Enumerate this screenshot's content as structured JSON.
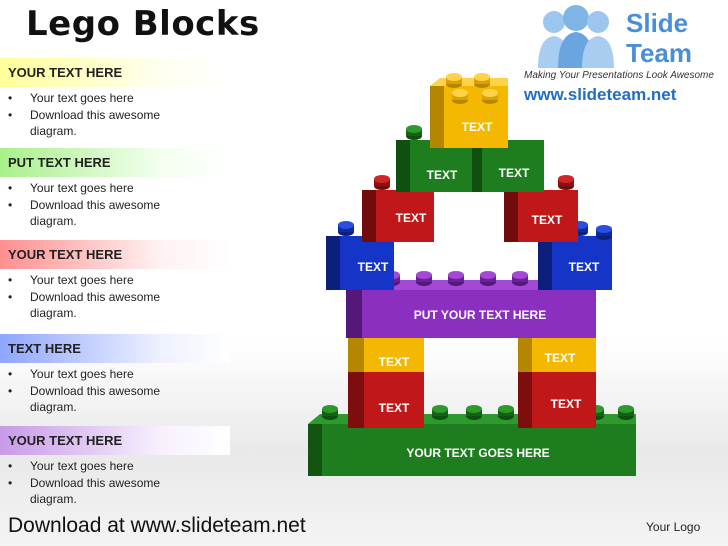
{
  "title": "Lego Blocks",
  "sections": [
    {
      "heading": "YOUR TEXT HERE",
      "bullets": [
        "Your text goes here",
        "Download this awesome diagram."
      ]
    },
    {
      "heading": "PUT TEXT HERE",
      "bullets": [
        "Your text goes here",
        "Download this awesome diagram."
      ]
    },
    {
      "heading": "YOUR TEXT HERE",
      "bullets": [
        "Your text goes here",
        "Download this awesome diagram."
      ]
    },
    {
      "heading": "TEXT HERE",
      "bullets": [
        "Your text goes here",
        "Download this awesome diagram."
      ]
    },
    {
      "heading": "YOUR TEXT HERE",
      "bullets": [
        "Your text goes here",
        "Download this awesome diagram."
      ]
    }
  ],
  "brand": {
    "name_line1": "Slide",
    "name_line2": "Team",
    "tagline": "Making Your Presentations Look Awesome",
    "url": "www.slideteam.net"
  },
  "blocks": {
    "top": "TEXT",
    "row2_left": "TEXT",
    "row2_right": "TEXT",
    "row3_left": "TEXT",
    "row3_right": "TEXT",
    "row4_left": "TEXT",
    "row4_right": "TEXT",
    "purple_bar": "PUT YOUR TEXT HERE",
    "pillar_left_top": "TEXT",
    "pillar_left_bottom": "TEXT",
    "pillar_right_top": "TEXT",
    "pillar_right_bottom": "TEXT",
    "base": "YOUR TEXT  GOES HERE"
  },
  "footer": "Download at www.slideteam.net",
  "logo_text": "Your Logo",
  "colors": {
    "yellow": "#f5b800",
    "green": "#1e7d1e",
    "red": "#c01818",
    "blue": "#1535c8",
    "purple": "#8a2fbf",
    "orange": "#f2a000",
    "brand_blue": "#4a8fd6"
  }
}
